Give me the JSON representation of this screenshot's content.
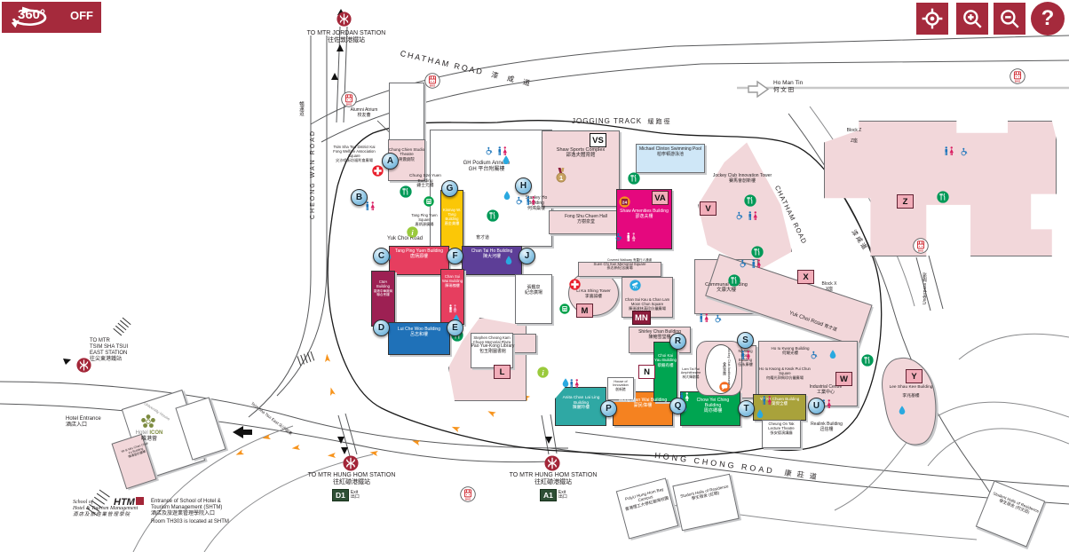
{
  "toolbar": {
    "rotate_label": "360°",
    "rotate_state": "OFF",
    "help_label": "?"
  },
  "roads": {
    "chatham_top_en": "CHATHAM ROAD",
    "chatham_top_zh": "漆 咸 道",
    "cheong_wan_en": "CHEONG WAN ROAD",
    "cheong_wan_zh": "暢運道",
    "jogging_en": "JOGGING TRACK",
    "jogging_zh": "緩跑徑",
    "ho_man_tin_en": "Ho Man Tin",
    "ho_man_tin_zh": "何 文 田",
    "hong_chong_en": "HONG CHONG ROAD",
    "hong_chong_zh": "康 莊 道",
    "chatham_right_en": "CHATHAM ROAD",
    "chatham_right_zh": "漆咸道",
    "yuk_choi_en": "Yuk Choi Road",
    "yuk_choi_zh": "育才道",
    "yuk_choi_right_en": "Yuk Choi Road",
    "yuk_choi_right_zh": "育才道",
    "underpass_en": "Underpass",
    "underpass_zh": "隧道",
    "tst_east_en": "Tsim Sha Tsui East",
    "tst_east_zh": "尖沙咀東"
  },
  "stations": {
    "jordan_en": "TO MTR JORDAN STATION",
    "jordan_zh": "往佐敦港鐵站",
    "tst1": "TO MTR",
    "tst2": "TSIM SHA TSUI",
    "tst3": "EAST STATION",
    "tst_zh": "往尖東港鐵站",
    "hung_hom_en": "TO MTR HUNG HOM STATION",
    "hung_hom_zh": "往紅磡港鐵站",
    "exit_en": "Exit",
    "exit_zh": "出口"
  },
  "bld": {
    "chung_chien": {
      "en": "Chung Chien Studio Theatre",
      "zh": "蔣震劇院"
    },
    "chung_sze_yuen": {
      "en": "Chung Sze Yuen Building",
      "zh": "鍾士元樓"
    },
    "gh_podium": {
      "en": "GH Podium Annexe",
      "zh": "GH 平台附屬樓"
    },
    "stanley_ho": {
      "en": "Stanley Ho Building",
      "zh": "何鴻燊樓"
    },
    "shaw_sports": {
      "en": "Shaw Sports Complex",
      "zh": "邵逸夫體育館"
    },
    "pool": {
      "en": "Michael Clinton Swimming Pool",
      "zh": "柏寧頓游泳池"
    },
    "fong_shu_chuen": {
      "en": "Fong Shu Chuen Hall",
      "zh": "方樹泉堂"
    },
    "shaw_amenities": {
      "en": "Shaw Amenities Building",
      "zh": "邵逸夫樓"
    },
    "innovation": {
      "en": "Jockey Club Innovation Tower",
      "zh": "賽馬會創新樓"
    },
    "block_z": {
      "en": "Block Z",
      "zh": "Z座"
    },
    "block_x": {
      "en": "Block X",
      "zh": "X座"
    },
    "communal": {
      "en": "Communal Building",
      "zh": "文康大樓"
    },
    "li_ka_shing": {
      "en": "Li Ka Shing Tower",
      "zh": "李嘉誠樓"
    },
    "tang_ping_yuen": {
      "en": "Tang Ping Yuen Building",
      "zh": "唐炳源樓"
    },
    "kinmay": {
      "en": "Kinmay W. Tang Building",
      "zh": "唐金美樓"
    },
    "chan_tai_ho": {
      "en": "Chan Tai Ho Building",
      "zh": "陳大河樓"
    },
    "cma": {
      "en": "CMA Building",
      "zh": "香港中華廠商聯合會樓"
    },
    "chan_sui_wai": {
      "en": "Chan Sui Wai Building",
      "zh": "陳瑞槐樓"
    },
    "lui_che_woo": {
      "en": "Lui Che Woo Building",
      "zh": "呂志和樓"
    },
    "library": {
      "en": "Pao Yue-Kong Library",
      "zh": "包玉剛圖書館"
    },
    "shirley": {
      "en": "Shirley Chan Building",
      "zh": "陳鮑雪瑩樓"
    },
    "choi_kai_yau": {
      "en": "Choi Kai Yau Building",
      "zh": "蔡繼有樓"
    },
    "ng_wing_hong": {
      "en": "Ng Wing Hong Building",
      "zh": "伍永康樓"
    },
    "ho_iu_kwong": {
      "en": "Ho Iu Kwong Building",
      "zh": "何耀光樓"
    },
    "industrial": {
      "en": "Industrial Centre",
      "zh": "工業中心"
    },
    "yip_kit_chuen": {
      "en": "Yip Kit Chuen Building",
      "zh": "葉傑全樓"
    },
    "cheung_on_tak": {
      "en": "Cheung On Tak Lecture Theatre",
      "zh": "張安德演講廳"
    },
    "realink": {
      "en": "Realink Building",
      "zh": "迅信樓"
    },
    "lee_shau_kee": {
      "en": "Lee Shau Kee Building",
      "zh": "李兆基樓"
    },
    "anita": {
      "en": "Anita Chan Lai Ling Building",
      "zh": "陳麗玲樓"
    },
    "mong_man_wai": {
      "en": "Mong Man Wai Building",
      "zh": "蒙民偉樓"
    },
    "chow_yei_ching": {
      "en": "Chow Yei Ching Building",
      "zh": "周亦卿樓"
    },
    "lam_tai_fai": {
      "en": "Lam Tai Fai Amphitheatre",
      "zh": "林大輝劇場"
    },
    "jc_auditorium": {
      "en": "Jockey Club Auditorium",
      "zh": "賽馬會綜藝館"
    },
    "house_innovation": {
      "en": "House of Innovation",
      "zh": "創新館"
    },
    "alumni": {
      "en": "Alumni Atrium",
      "zh": "校友薈"
    }
  },
  "squares": {
    "tang_sq": {
      "en": "Tang Ping Yuen Square",
      "zh": "唐炳源廣場"
    },
    "stephen": {
      "en": "Stephen Cheong Kam Chuen Memorial Plaza",
      "zh1": "張鑑泉",
      "zh2": "紀念廣場"
    },
    "suen": {
      "en": "Suen Chi Sun Memorial Square",
      "zh": "孫志新紀念廣場"
    },
    "chan_sui_kau": {
      "en": "Chan Sui Kau & Chan Lam Moon Chun Square",
      "zh": "陳瑞球林滿珍伉儷廣場"
    },
    "kaifong": {
      "en": "Tsim Sha Tsui District Kai Fong Welfare Association Square",
      "zh": "尖沙咀街坊福利會廣場"
    },
    "kwok": {
      "en": "Ho Iu Kwong & Kwok Pui Chun Square",
      "zh": "何耀光郭佩珍伉儷廣場"
    },
    "covered": {
      "en": "Covered Walkway",
      "zh": "有蓋行人通道"
    }
  },
  "hotel": {
    "entrance_en": "Hotel Entrance",
    "entrance_zh": "酒店入口",
    "icon_hotel": "Hotel",
    "icon_name": "ICON",
    "icon_zh": "唯港薈",
    "university_house": "University House",
    "chan_chak_fu_en": "Mr & Mrs Chan Chak Fu Building",
    "chan_chak_fu_zh": "陳澤富伉儷樓"
  },
  "shtm": {
    "school1": "School of",
    "school2": "Hotel & Tourism Management",
    "school_zh": "酒店及旅遊業管理學院",
    "logo": "HTM",
    "ent1": "Entrance of School of Hotel &",
    "ent2": "Tourism Management (SHTM)",
    "ent_zh": "酒店及旅遊業管理學院入口",
    "room": "Room TH303 is located at SHTM"
  },
  "offsite": {
    "hhb_en": "PolyU Hung Hom Bay Campus",
    "hhb_zh": "香港理工大學紅磡灣校園",
    "halls_hh_en": "Student Halls of Residence",
    "halls_hh_zh": "學生宿舍 (紅磡)",
    "halls_hmt_en": "Student Halls of Residence",
    "halls_hmt_zh": "學生宿舍 (何文田)"
  },
  "badges": {
    "A": "A",
    "B": "B",
    "C": "C",
    "D": "D",
    "E": "E",
    "F": "F",
    "G": "G",
    "H": "H",
    "J": "J",
    "L": "L",
    "M": "M",
    "MN": "MN",
    "N": "N",
    "P": "P",
    "Q": "Q",
    "R": "R",
    "S": "S",
    "T": "T",
    "U": "U",
    "V": "V",
    "VA": "VA",
    "VS": "VS",
    "W": "W",
    "X": "X",
    "Y": "Y",
    "Z": "Z",
    "D1": "D1",
    "A1": "A1"
  }
}
